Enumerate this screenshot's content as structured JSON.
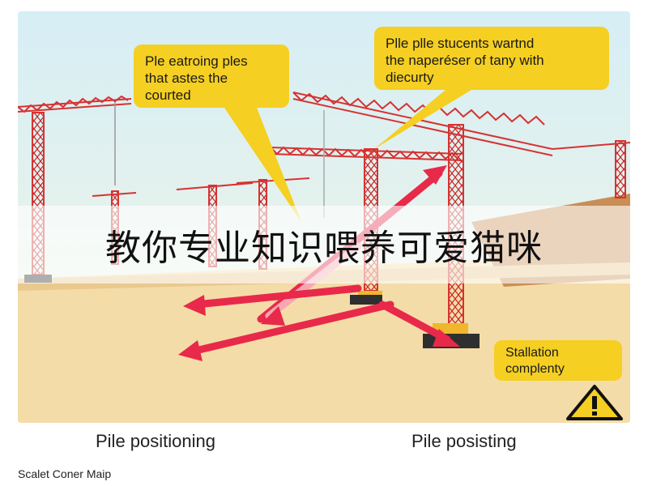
{
  "callouts": {
    "left": [
      "Ple eatroing ples",
      "that astes the",
      "courted"
    ],
    "right": [
      "Plle plle stucents wartnd",
      "the naperéser of tany with",
      "diecurty"
    ],
    "bottom": [
      "Stallation",
      "complenty"
    ]
  },
  "banner": "教你专业知识喂养可爱猫咪",
  "captions": {
    "left": "Pile positioning",
    "right": "Pile posisting"
  },
  "footer": "Scalet Coner Maip",
  "colors": {
    "sky": "#cbe6f0",
    "ground": "#f3dba6",
    "crane": "#e23a3a",
    "arrow": "#e8294a",
    "callout": "#f5cf22"
  },
  "icons": [
    "warning-icon"
  ]
}
